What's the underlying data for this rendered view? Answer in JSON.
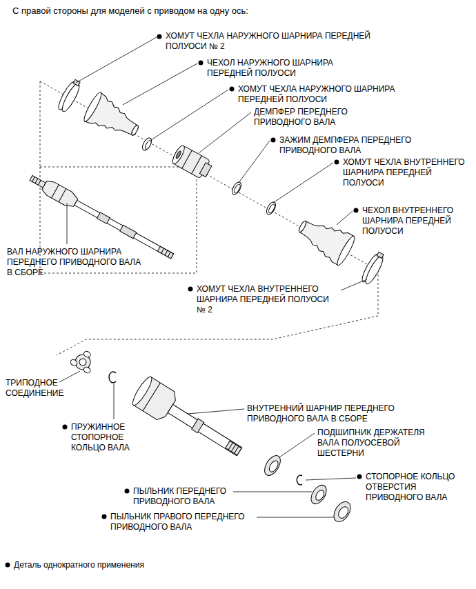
{
  "diagram": {
    "title": "С правой стороны для моделей с приводом на одну ось:",
    "labels": [
      "ХОМУТ ЧЕХЛА НАРУЖНОГО ШАРНИРА ПЕРЕДНЕЙ ПОЛУОСИ № 2",
      "ЧЕХОЛ НАРУЖНОГО ШАРНИРА ПЕРЕДНЕЙ ПОЛУОСИ",
      "ХОМУТ ЧЕХЛА НАРУЖНОГО ШАРНИРА ПЕРЕДНЕЙ ПОЛУОСИ",
      "ДЕМПФЕР ПЕРЕДНЕГО ПРИВОДНОГО ВАЛА",
      "ЗАЖИМ ДЕМПФЕРА ПЕРЕДНЕГО ПРИВОДНОГО ВАЛА",
      "ХОМУТ ЧЕХЛА ВНУТРЕННЕГО ШАРНИРА ПЕРЕДНЕЙ ПОЛУОСИ",
      "ЧЕХОЛ ВНУТРЕННЕГО ШАРНИРА ПЕРЕДНЕЙ ПОЛУОСИ",
      "ВАЛ НАРУЖНОГО ШАРНИРА ПЕРЕДНЕГО ПРИВОДНОГО ВАЛА В СБОРЕ",
      "ХОМУТ ЧЕХЛА ВНУТРЕННЕГО ШАРНИРА ПЕРЕДНЕЙ ПОЛУОСИ № 2",
      "ТРИПОДНОЕ СОЕДИНЕНИЕ",
      "ВНУТРЕННИЙ ШАРНИР ПЕРЕДНЕГО ПРИВОДНОГО ВАЛА В СБОРЕ",
      "ПРУЖИННОЕ СТОПОРНОЕ КОЛЬЦО ВАЛА",
      "ПОДШИПНИК ДЕРЖАТЕЛЯ ВАЛА ПОЛУОСЕВОЙ ШЕСТЕРНИ",
      "СТОПОРНОЕ КОЛЬЦО ОТВЕРСТИЯ ПРИВОДНОГО ВАЛА",
      "ПЫЛЬНИК ПЕРЕДНЕГО ПРИВОДНОГО ВАЛА",
      "ПЫЛЬНИК ПРАВОГО ПЕРЕДНЕГО ПРИВОДНОГО ВАЛА"
    ],
    "legend": [
      {
        "text": "Деталь однократного применения"
      }
    ]
  }
}
